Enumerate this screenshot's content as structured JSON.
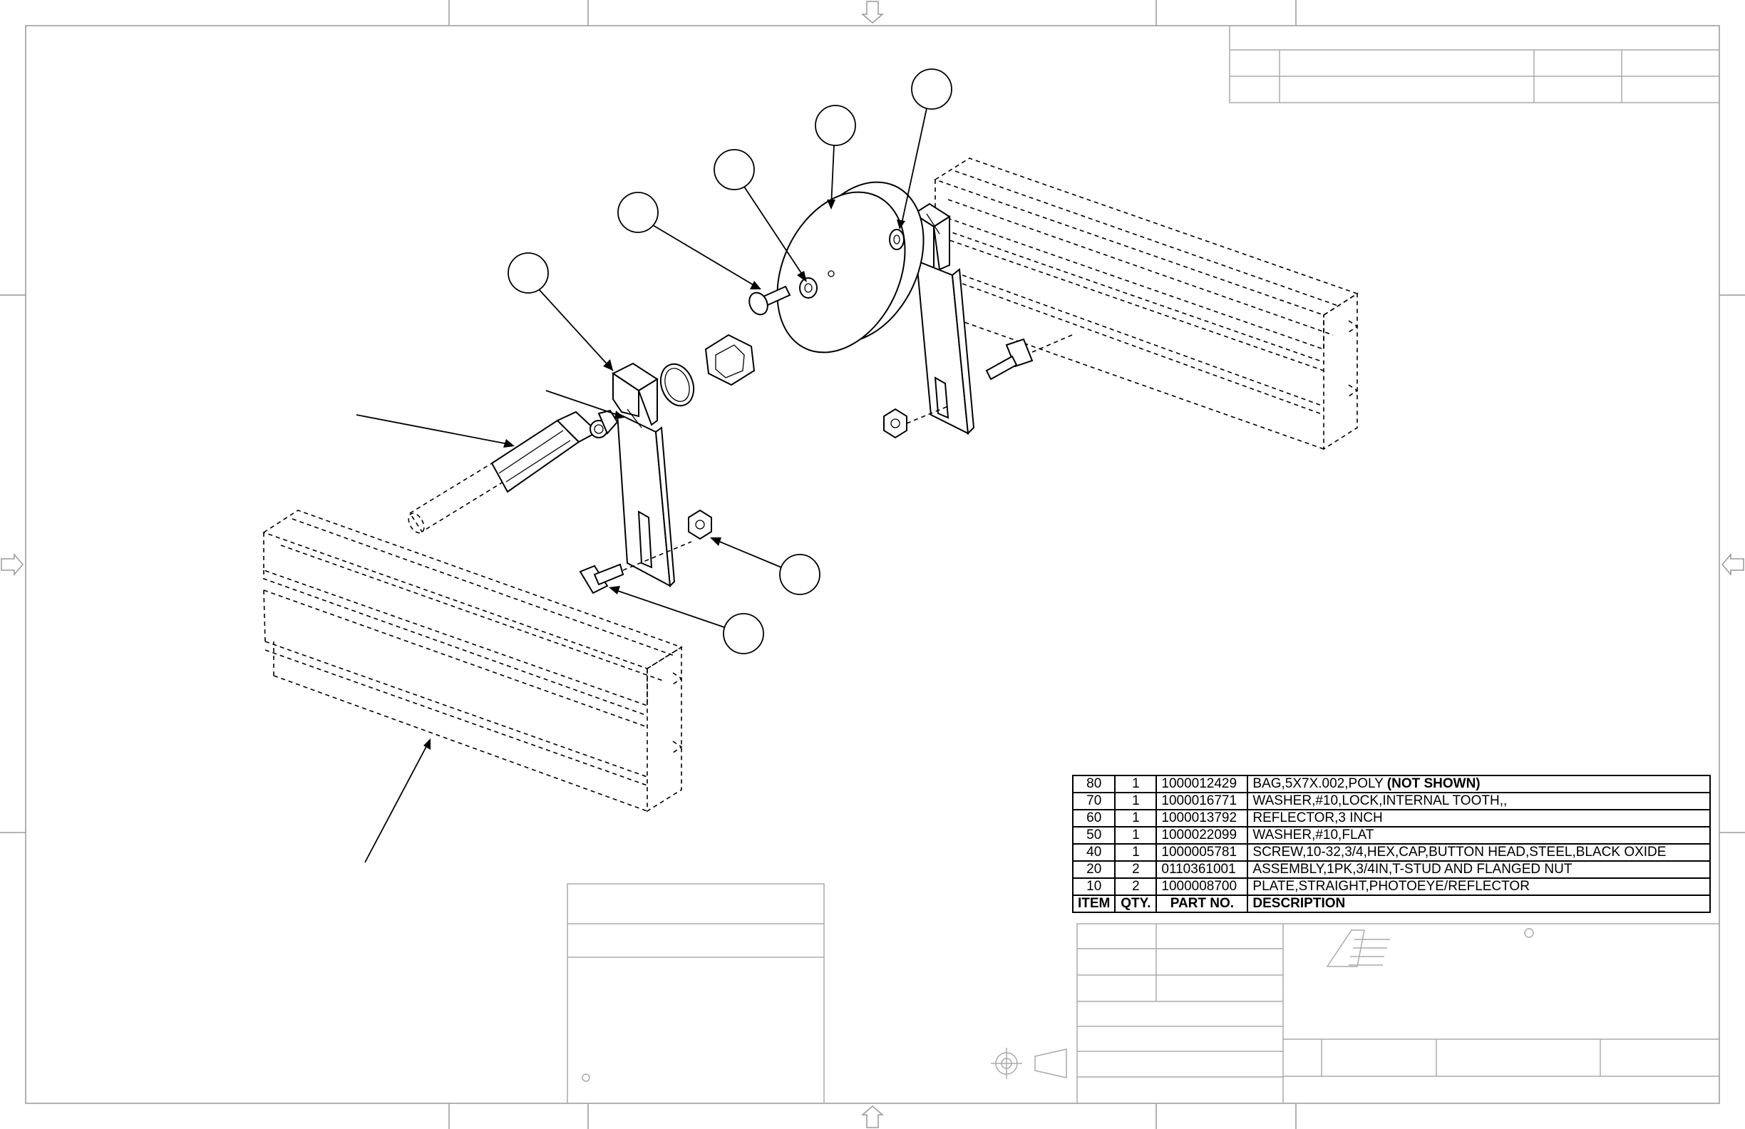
{
  "bom": {
    "headers": {
      "item": "ITEM",
      "qty": "QTY.",
      "part_no": "PART NO.",
      "description": "DESCRIPTION"
    },
    "rows": [
      {
        "item": "80",
        "qty": "1",
        "part_no": "1000012429",
        "description": "BAG,5X7X.002,POLY",
        "note": "(NOT SHOWN)"
      },
      {
        "item": "70",
        "qty": "1",
        "part_no": "1000016771",
        "description": "WASHER,#10,LOCK,INTERNAL TOOTH,,",
        "note": ""
      },
      {
        "item": "60",
        "qty": "1",
        "part_no": "1000013792",
        "description": "REFLECTOR,3 INCH",
        "note": ""
      },
      {
        "item": "50",
        "qty": "1",
        "part_no": "1000022099",
        "description": "WASHER,#10,FLAT",
        "note": ""
      },
      {
        "item": "40",
        "qty": "1",
        "part_no": "1000005781",
        "description": "SCREW,10-32,3/4,HEX,CAP,BUTTON HEAD,STEEL,BLACK OXIDE",
        "note": ""
      },
      {
        "item": "20",
        "qty": "2",
        "part_no": "0110361001",
        "description": "ASSEMBLY,1PK,3/4IN,T-STUD AND FLANGED NUT",
        "note": ""
      },
      {
        "item": "10",
        "qty": "2",
        "part_no": "1000008700",
        "description": "PLATE,STRAIGHT,PHOTOEYE/REFLECTOR",
        "note": ""
      }
    ]
  },
  "title_block": {
    "logo_text": "AS"
  }
}
